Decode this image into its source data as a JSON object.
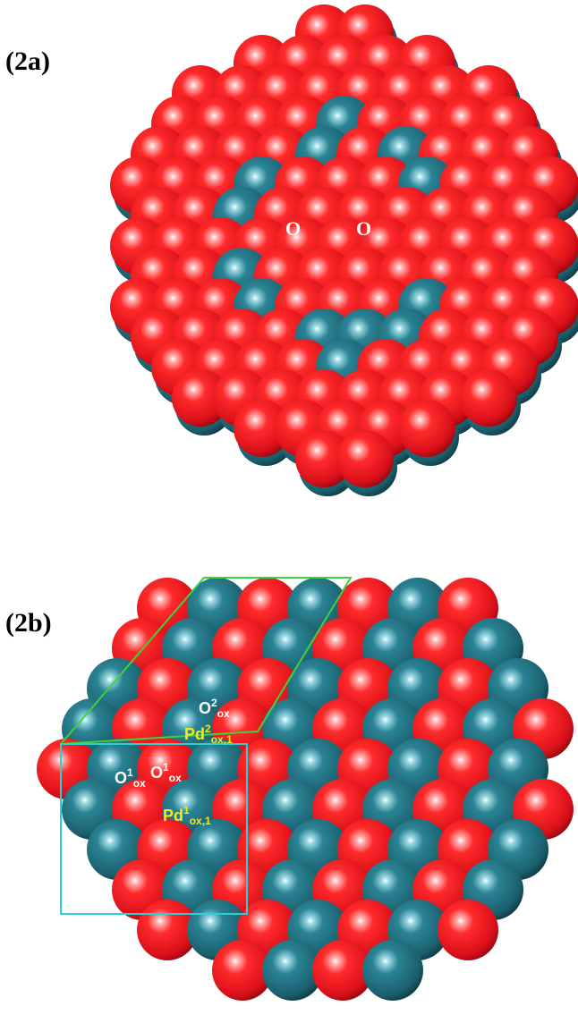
{
  "panels": [
    {
      "id": "2a",
      "label": "(2a)",
      "annotations": [
        "O",
        "O"
      ]
    },
    {
      "id": "2b",
      "label": "(2b)",
      "annotations": {
        "o2ox": {
          "base": "O",
          "sup": "2",
          "sub": "ox"
        },
        "pd2ox": {
          "base": "Pd",
          "sup": "2",
          "sub": "ox,1"
        },
        "o1ox_a": {
          "base": "O",
          "sup": "1",
          "sub": "ox"
        },
        "o1ox_b": {
          "base": "O",
          "sup": "1",
          "sub": "ox"
        },
        "pd1ox": {
          "base": "Pd",
          "sup": "1",
          "sub": "ox,1"
        }
      }
    }
  ],
  "colors": {
    "oxygen": "#e8141c",
    "palladium": "#1e6e7e",
    "label_white": "#ffffff",
    "label_yellow": "#f4ea14",
    "green_box": "#3fd23f",
    "cyan_box": "#2ad0d6"
  }
}
